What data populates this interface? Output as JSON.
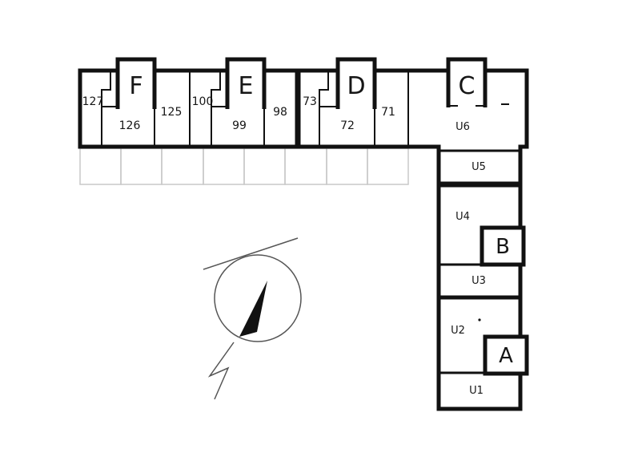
{
  "page": {
    "background": "#ffffff",
    "wall_color": "#111111",
    "stall_color": "#c8c8c8"
  },
  "plan": {
    "stairwells": [
      {
        "label": "F"
      },
      {
        "label": "E"
      },
      {
        "label": "D"
      },
      {
        "label": "C"
      },
      {
        "label": "B"
      },
      {
        "label": "A"
      }
    ],
    "units_top_wing": [
      {
        "label": "127"
      },
      {
        "label": "126"
      },
      {
        "label": "125"
      },
      {
        "label": "100"
      },
      {
        "label": "99"
      },
      {
        "label": "98"
      },
      {
        "label": "73"
      },
      {
        "label": "72"
      },
      {
        "label": "71"
      }
    ],
    "units_right_wing": [
      {
        "label": "U6"
      },
      {
        "label": "U5"
      },
      {
        "label": "U4"
      },
      {
        "label": "U3"
      },
      {
        "label": "U2"
      },
      {
        "label": "U1"
      }
    ],
    "compass": {
      "type": "north-arrow"
    }
  }
}
